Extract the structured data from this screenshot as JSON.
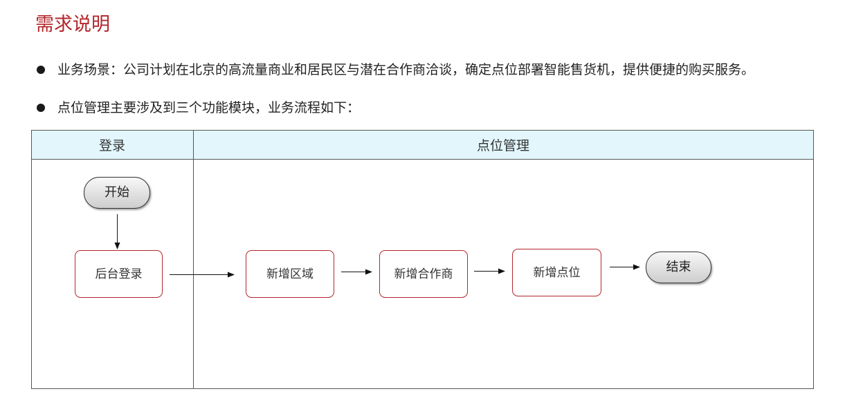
{
  "page": {
    "title": "需求说明"
  },
  "bullets": [
    {
      "text": "业务场景：公司计划在北京的高流量商业和居民区与潜在合作商洽谈，确定点位部署智能售货机，提供便捷的购买服务。"
    },
    {
      "text": "点位管理主要涉及到三个功能模块，业务流程如下："
    }
  ],
  "diagram": {
    "lanes": [
      {
        "label": "登录"
      },
      {
        "label": "点位管理"
      }
    ],
    "nodes": {
      "start": "开始",
      "login": "后台登录",
      "add_region": "新增区域",
      "add_partner": "新增合作商",
      "add_point": "新增点位",
      "end": "结束"
    },
    "colors": {
      "lane_header_bg": "#e2f6fc",
      "node_border": "#b3262b",
      "terminal_fill_top": "#f7f7f7",
      "terminal_fill_bottom": "#cfcfcf",
      "title": "#b3262b"
    }
  }
}
